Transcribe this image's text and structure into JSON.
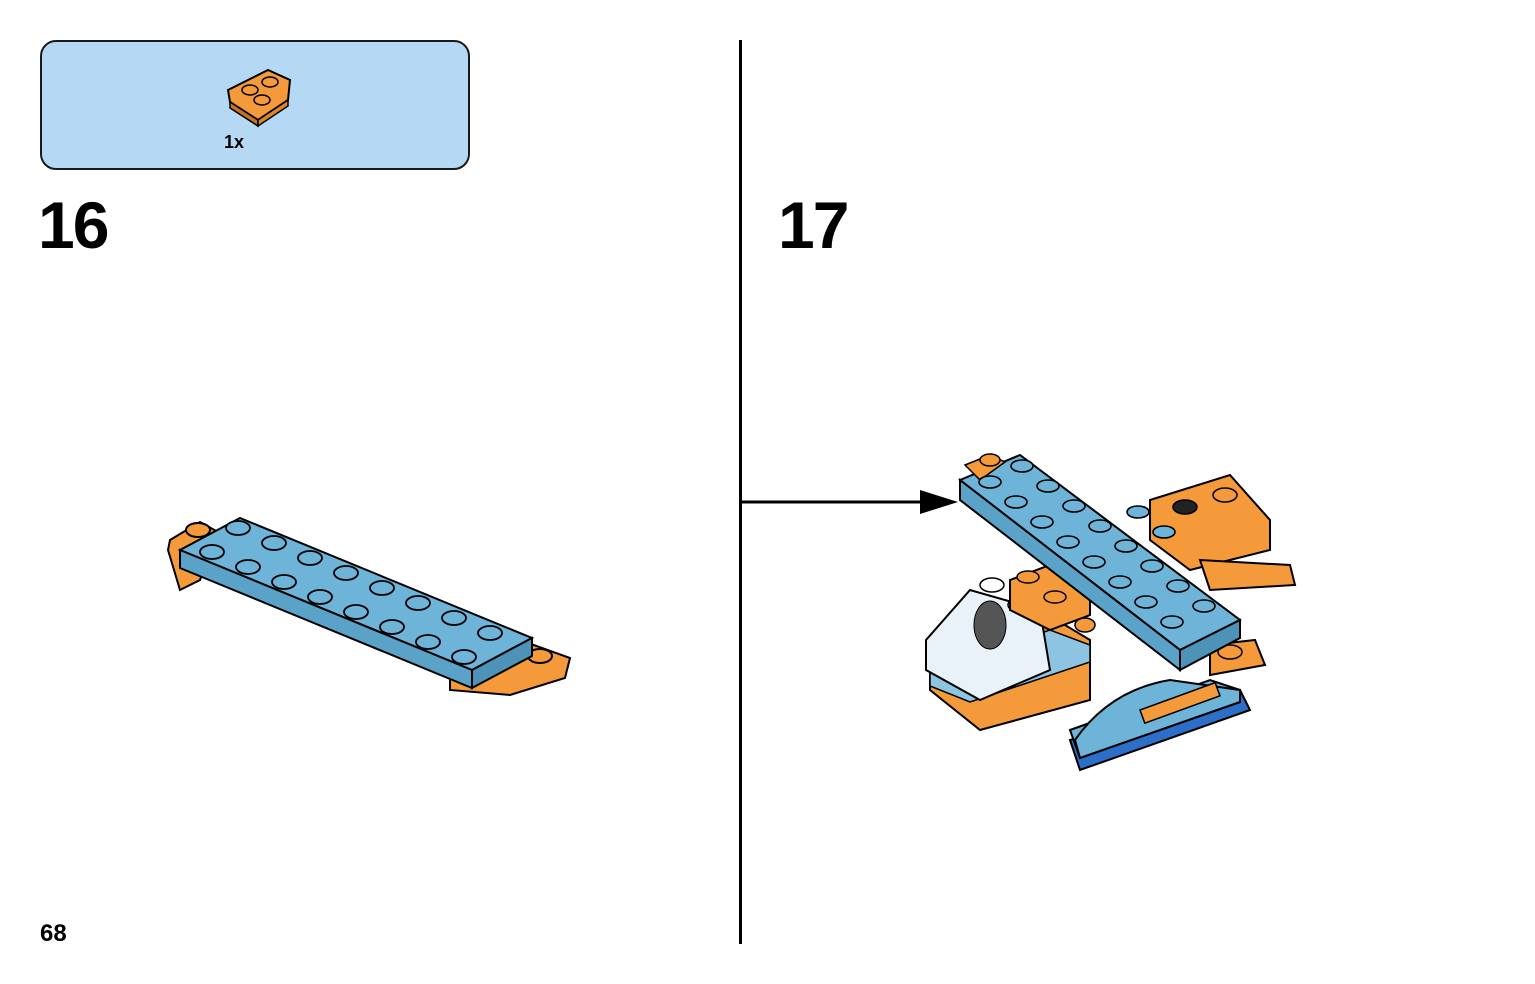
{
  "parts_callout": {
    "quantity": "1x",
    "part_icon": "orange-wedge-plate-icon"
  },
  "steps": [
    {
      "number": "16",
      "model_icon": "blue-plate-with-orange-wedges-assembly"
    },
    {
      "number": "17",
      "model_icon": "seaplane-assembly"
    }
  ],
  "page_number": "68",
  "colors": {
    "callout_background": "#b5d9f4",
    "brick_blue": "#6eb4d8",
    "brick_orange": "#f49a3a",
    "brick_dark_blue": "#2d6fc8"
  }
}
